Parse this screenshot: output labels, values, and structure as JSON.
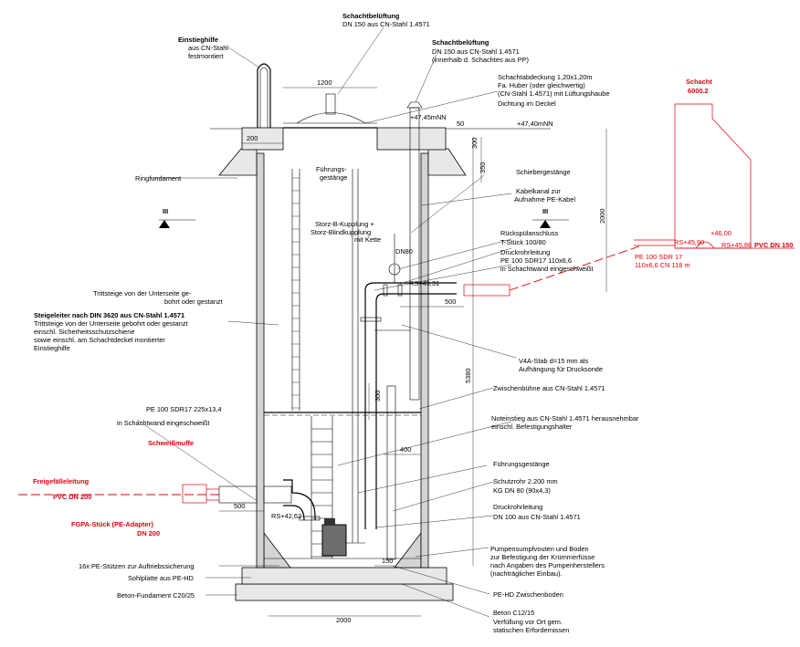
{
  "labels": {
    "schachtbelueftung1_a": "Schachtbelüftung",
    "schachtbelueftung1_b": "DN 150 aus CN-Stahl 1.4571",
    "einstiegshilfe_a": "Einstieghilfe",
    "einstiegshilfe_b": "aus CN-Stahl",
    "einstiegshilfe_c": "festmontiert",
    "schachtbelueftung2_a": "Schachtbelüftung",
    "schachtbelueftung2_b": "DN 150 aus CN-Stahl 1.4571",
    "schachtbelueftung2_c": "(innerhalb d. Schachtes aus PP)",
    "abdeckung_a": "Schachtabdeckung 1,20x1,20m",
    "abdeckung_b": "Fa. Huber (oder gleichwertig)",
    "abdeckung_c": "(CN-Stahl 1.4571) mit Lüftungshaube",
    "abdeckung_d": "Dichtung im Deckel",
    "schacht_title_a": "Schacht",
    "schacht_title_b": "6000.2",
    "ringfundament": "Ringfundament",
    "fuehrungsgestaenge_a": "Führungs-",
    "fuehrungsgestaenge_b": "gestänge",
    "schiebergestaenge": "Schiebergestänge",
    "kabelkanal_a": "Kabelkanal zur",
    "kabelkanal_b": "Aufnahme PE-Kabel",
    "storz_a": "Storz-B-Kupplung +",
    "storz_b": "Storz-Blindkupplung",
    "storz_c": "mit Kette",
    "dn80": "DN80",
    "rueckspuel": "Rückspülanschluss",
    "tstueck": "T-Stück 100/80",
    "druckrohr_a": "Druckrohrleitung",
    "druckrohr_b": "PE 100 SDR17 110x6,6",
    "druckrohr_c": "in Schachtwand eingeschweißt",
    "red_pe_a": "PE 100 SDR 17",
    "red_pe_b": "110x6,6 CN 118 m",
    "pvc150": "PVC DN 150",
    "trittsteige": "Trittsteige von der Unterseite ge-",
    "trittsteige_b": "bohrt oder gestanzt",
    "steigeleiter_a": "Steigeleiter nach DIN 3620 aus CN-Stahl 1.4571",
    "steigeleiter_b": "Trittsteige von der Unterseite gebohrt oder gestanzt",
    "steigeleiter_c": "einschl. Sicherheitsschutzschiene",
    "steigeleiter_d": "sowie einschl. am Schachtdeckel montierter",
    "steigeleiter_e": "Einstieghilfe",
    "v4a_a": "V4A-Stab d=15 mm als",
    "v4a_b": "Aufhängung für Drucksonde",
    "zwischenbuehne": "Zwischenbühne aus CN-Stahl 1.4571",
    "pe_sdr_a": "PE 100 SDR17 225x13,4",
    "pe_sdr_b": "in Schachtwand eingeschweißt",
    "noteinstieg_a": "Noteinstieg aus CN-Stahl 1.4571 herausnehmbar",
    "noteinstieg_b": "einschl. Befestigungshalter",
    "schweissmuffe": "Schweißmuffe",
    "freigefaelle": "Freigefälleleitung",
    "pvc200": "PVC DN 200",
    "fgpa_a": "FGPA-Stück (PE-Adapter)",
    "fgpa_b": "DN 200",
    "fuehrungsgestaenge2": "Führungsgestänge",
    "schutzrohr_a": "Schutzrohr 2.200 mm",
    "schutzrohr_b": "KG DN 80 (90x4,3)",
    "druckrohr2_a": "Druckrohrleitung",
    "druckrohr2_b": "DN 100 aus CN-Stahl 1.4571",
    "pumpensumpf_a": "Pumpensumpfvouten und Boden",
    "pumpensumpf_b": "zur Befestigung der Krümmerfüsse",
    "pumpensumpf_c": "nach Angaben des Pumpenherstellers",
    "pumpensumpf_d": "(nachträglicher Einbau).",
    "pe_stuetzen": "16x PE-Stützen zur Auftriebssicherung",
    "sohlplatte": "Sohlplatte aus PE-HD",
    "betonfundament": "Beton-Fundament C20/25",
    "zwischenboden": "PE-HD Zwischenboden",
    "beton_a": "Beton C12/15",
    "beton_b": "Verfüllung vor Ort gem.",
    "beton_c": "statischen Erfordernissen",
    "section_mark": "III"
  },
  "dimensions": {
    "top_width": "1200",
    "collar": "200",
    "h50": "50",
    "h300": "300",
    "h350": "350",
    "h2000": "2000",
    "w500_upper": "500",
    "h5380": "5380",
    "h300_lower": "300",
    "w400": "400",
    "w500_lower": "500",
    "w150": "150",
    "base_width": "2000",
    "elev_47_45": "+47,45mNN",
    "elev_47_40": "+47,40mNN",
    "rs_45_31": "RS+45,31",
    "rs_42_62": "RS+42,62",
    "rs_45_90": "RS+45,90",
    "rs_45_86": "RS+45,86",
    "elev_46_00": "+46,00"
  },
  "colors": {
    "accent": "#e3000f",
    "line": "#000000",
    "wall_fill": "#d4d4d4"
  }
}
